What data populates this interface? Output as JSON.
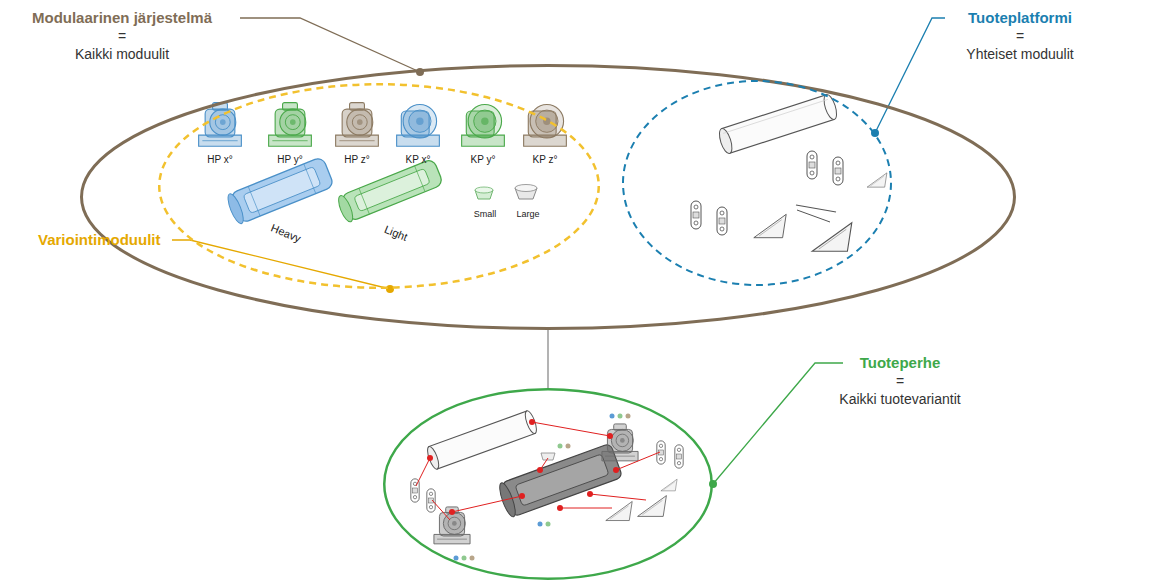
{
  "diagram": {
    "nodes": [
      {
        "text": [
          "Modulaarinen järjestelmä",
          "=",
          "Kaikki moduulit"
        ]
      },
      {
        "text": [
          "Variointimoduulit"
        ],
        "in": 0
      },
      {
        "text": [
          "Tuoteplatformi",
          "=",
          "Yhteiset moduulit"
        ],
        "in": 0
      },
      {
        "text": [
          "Tuoteperhe",
          "=",
          "Kaikki tuotevariantit"
        ]
      }
    ],
    "edges": [
      {
        "from": 0,
        "to": 3,
        "arrow": "none"
      }
    ],
    "labels": [
      "HP x°",
      "HP y°",
      "HP z°",
      "KP x°",
      "KP y°",
      "KP z°",
      "Heavy",
      "Light",
      "Small",
      "Large"
    ]
  }
}
